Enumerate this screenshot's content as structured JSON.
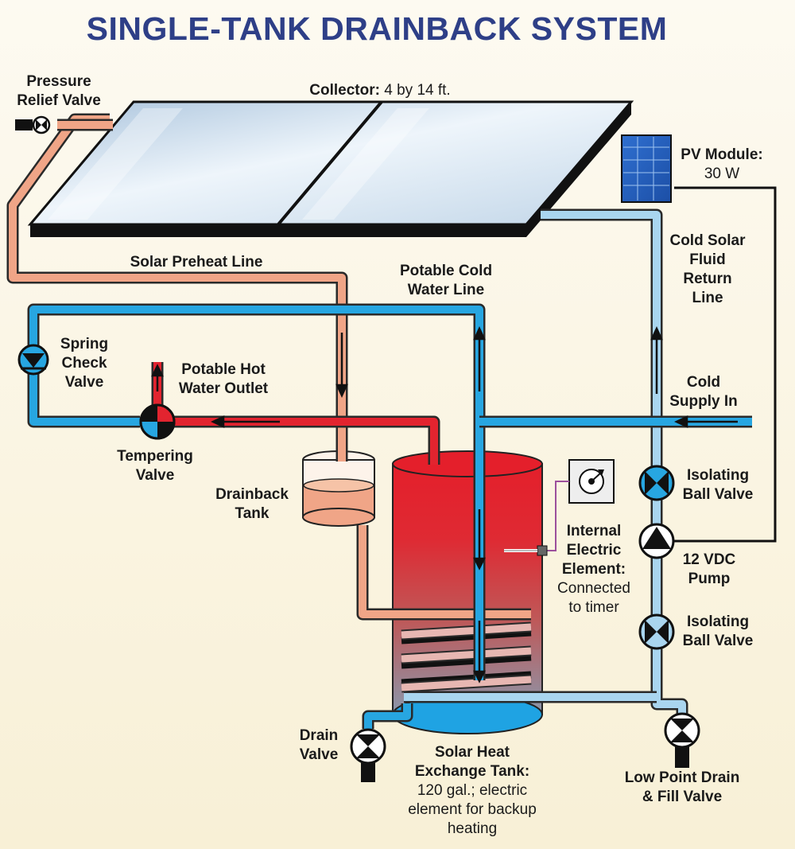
{
  "title": "SINGLE-TANK DRAINBACK SYSTEM",
  "colors": {
    "title": "#2e3f87",
    "hot_line": "#e2242f",
    "preheat_line": "#f0a587",
    "cold_line": "#27a6e1",
    "solar_return_line": "#a9d5ef",
    "pipe_outline": "#2a2a2a"
  },
  "labels": {
    "pressure_relief": [
      "Pressure",
      "Relief Valve"
    ],
    "collector_bold": "Collector:",
    "collector_value": " 4 by 14 ft.",
    "pv_module_bold": "PV Module:",
    "pv_module_value": "30 W",
    "solar_preheat_line": "Solar Preheat Line",
    "potable_cold_line": [
      "Potable Cold",
      "Water Line"
    ],
    "cold_solar_return": [
      "Cold Solar",
      "Fluid",
      "Return",
      "Line"
    ],
    "spring_check_valve": [
      "Spring",
      "Check",
      "Valve"
    ],
    "potable_hot_outlet": [
      "Potable Hot",
      "Water Outlet"
    ],
    "cold_supply_in": [
      "Cold",
      "Supply In"
    ],
    "tempering_valve": [
      "Tempering",
      "Valve"
    ],
    "drainback_tank": [
      "Drainback",
      "Tank"
    ],
    "isolating_ball_valve_top": [
      "Isolating",
      "Ball Valve"
    ],
    "pump": [
      "12 VDC",
      "Pump"
    ],
    "internal_element_bold": [
      "Internal",
      "Electric",
      "Element:"
    ],
    "internal_element_value": [
      "Connected",
      "to timer"
    ],
    "isolating_ball_valve_bottom": [
      "Isolating",
      "Ball Valve"
    ],
    "drain_valve": [
      "Drain",
      "Valve"
    ],
    "solar_tank_bold": [
      "Solar Heat",
      "Exchange Tank:"
    ],
    "solar_tank_value": [
      "120 gal.; electric",
      "element for backup",
      "heating"
    ],
    "low_point_drain": [
      "Low Point Drain",
      "& Fill Valve"
    ]
  },
  "icons": [
    "ball-valve-icon",
    "check-valve-icon",
    "tempering-valve-icon",
    "pump-icon",
    "drain-valve-icon",
    "timer-icon",
    "pv-panel-icon",
    "solar-collector-icon",
    "flow-arrow-icon"
  ]
}
